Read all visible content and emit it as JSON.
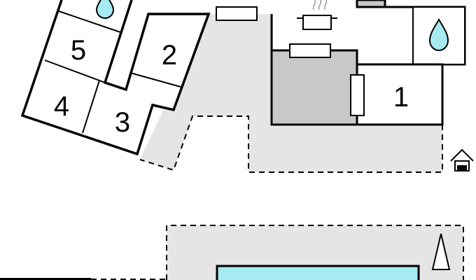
{
  "floor_plan": {
    "rooms": [
      {
        "id": "room-1",
        "number": "1"
      },
      {
        "id": "room-2",
        "number": "2"
      },
      {
        "id": "room-3",
        "number": "3"
      },
      {
        "id": "room-4",
        "number": "4"
      },
      {
        "id": "room-5",
        "number": "5"
      }
    ],
    "symbols": [
      "water-drop-icon",
      "cooking-pot-icon",
      "house-icon",
      "north-arrow-icon",
      "bed-icon"
    ],
    "colors": {
      "wall": "#000000",
      "terrace": "#e5e5e5",
      "kitchen": "#c8c8c8",
      "pool": "#a6eaf2",
      "water_drop": "#a6eaf2"
    }
  }
}
